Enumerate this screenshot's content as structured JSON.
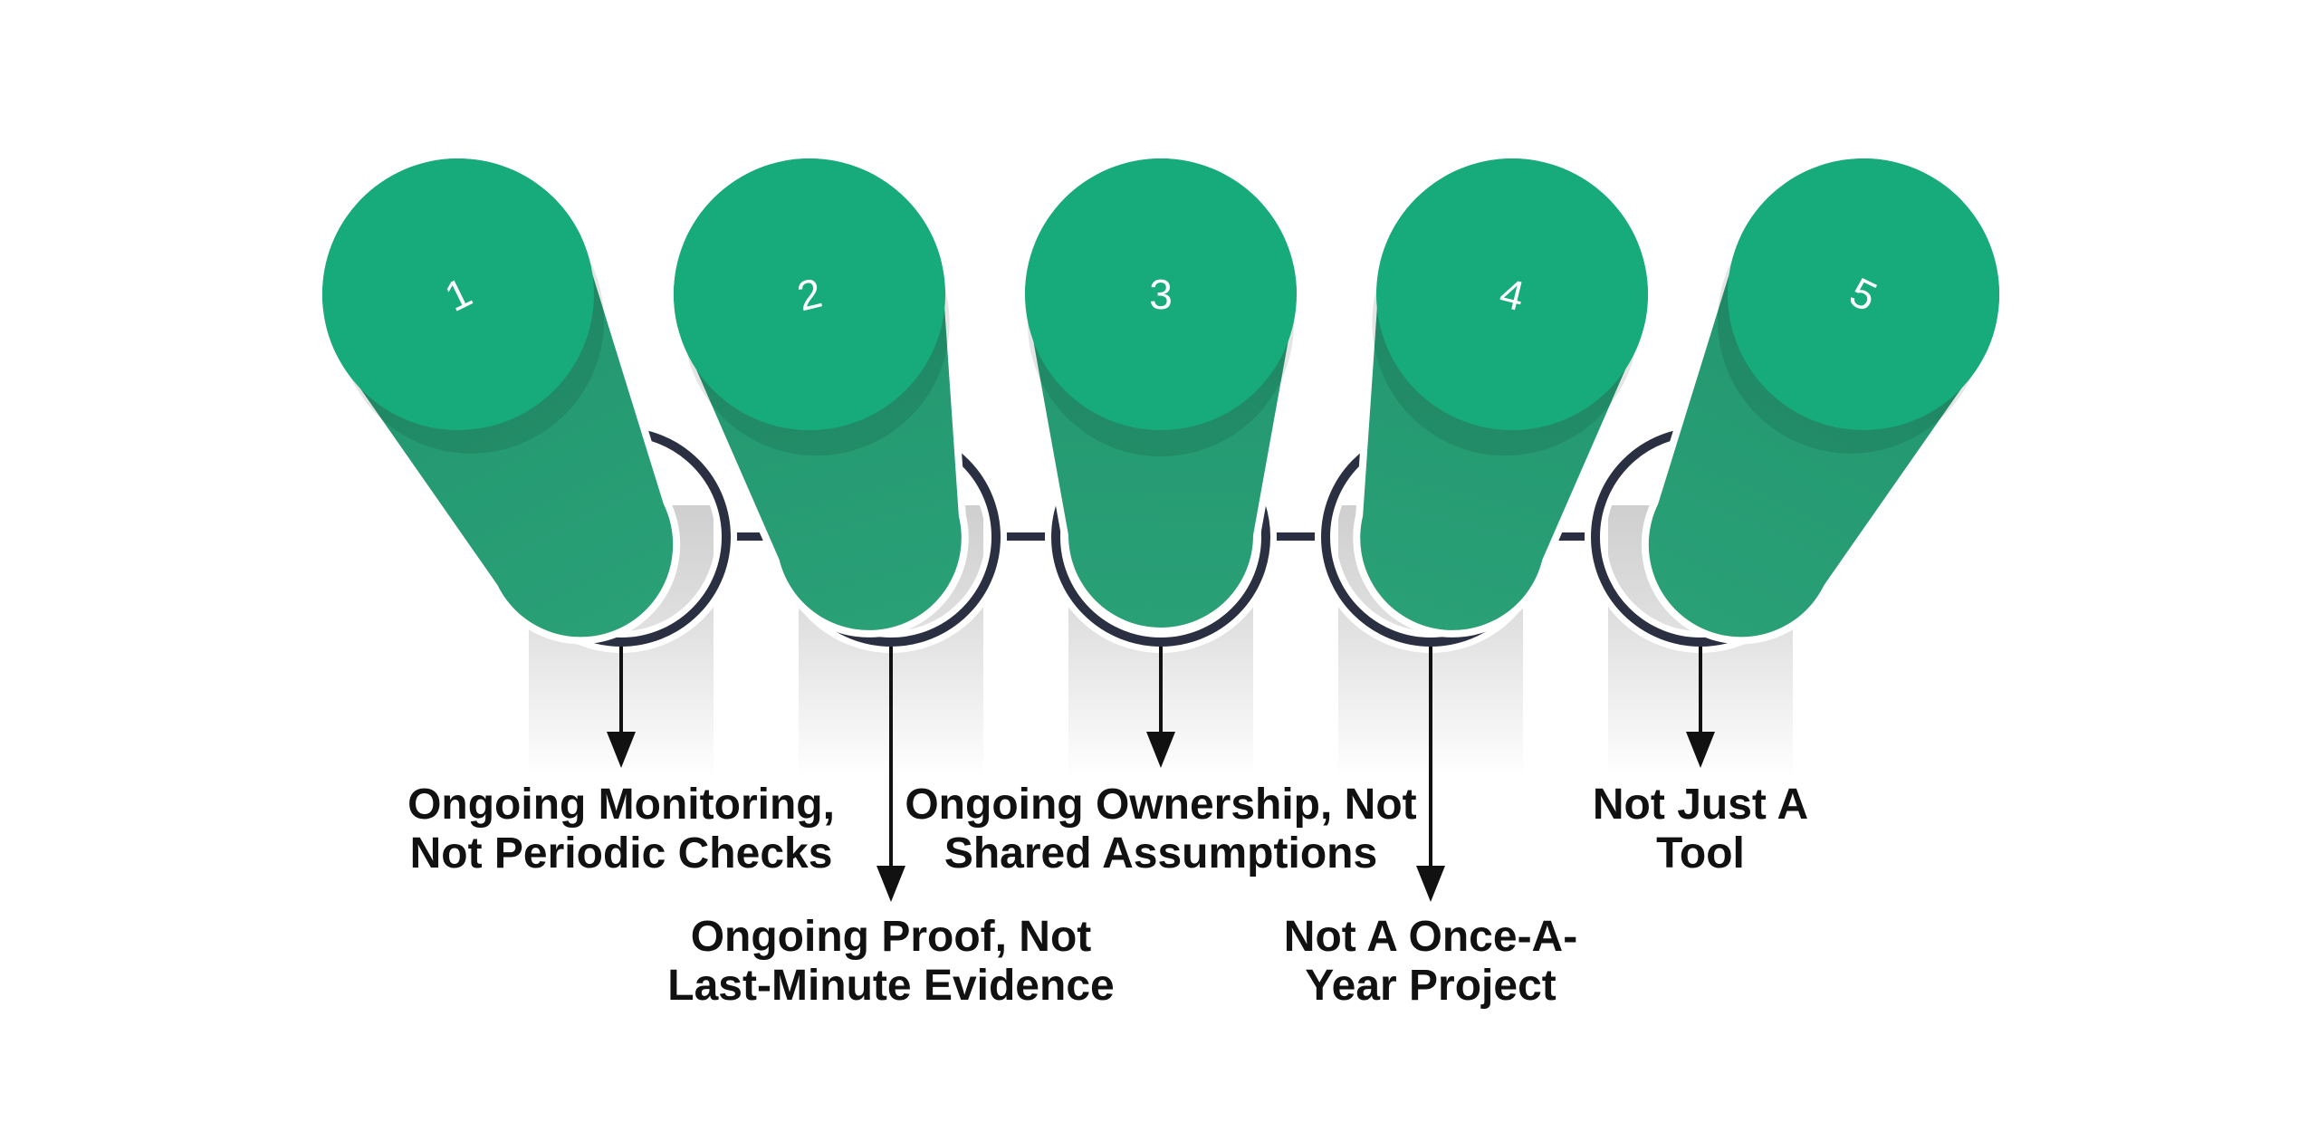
{
  "figure": {
    "type": "process-infographic",
    "background": "#ffffff",
    "steps": [
      {
        "number": "1",
        "label": [
          "Ongoing Monitoring,",
          "Not Periodic Checks"
        ],
        "arrow": "short"
      },
      {
        "number": "2",
        "label": [
          "Ongoing Proof, Not",
          "Last-Minute Evidence"
        ],
        "arrow": "long"
      },
      {
        "number": "3",
        "label": [
          "Ongoing Ownership, Not",
          "Shared Assumptions"
        ],
        "arrow": "short"
      },
      {
        "number": "4",
        "label": [
          "Not A Once-A-",
          "Year Project"
        ],
        "arrow": "long"
      },
      {
        "number": "5",
        "label": [
          "Not Just A",
          "Tool"
        ],
        "arrow": "short"
      }
    ],
    "colors": {
      "cylinder_face": "#17aa7a",
      "cylinder_body_top": "#1f8f69",
      "cylinder_body_bottom": "#2aa077",
      "ring": "#2a3042",
      "band_gray": "#cfcfcf",
      "arrow": "#111111",
      "label_text": "#111111",
      "number_text": "#ffffff"
    }
  }
}
